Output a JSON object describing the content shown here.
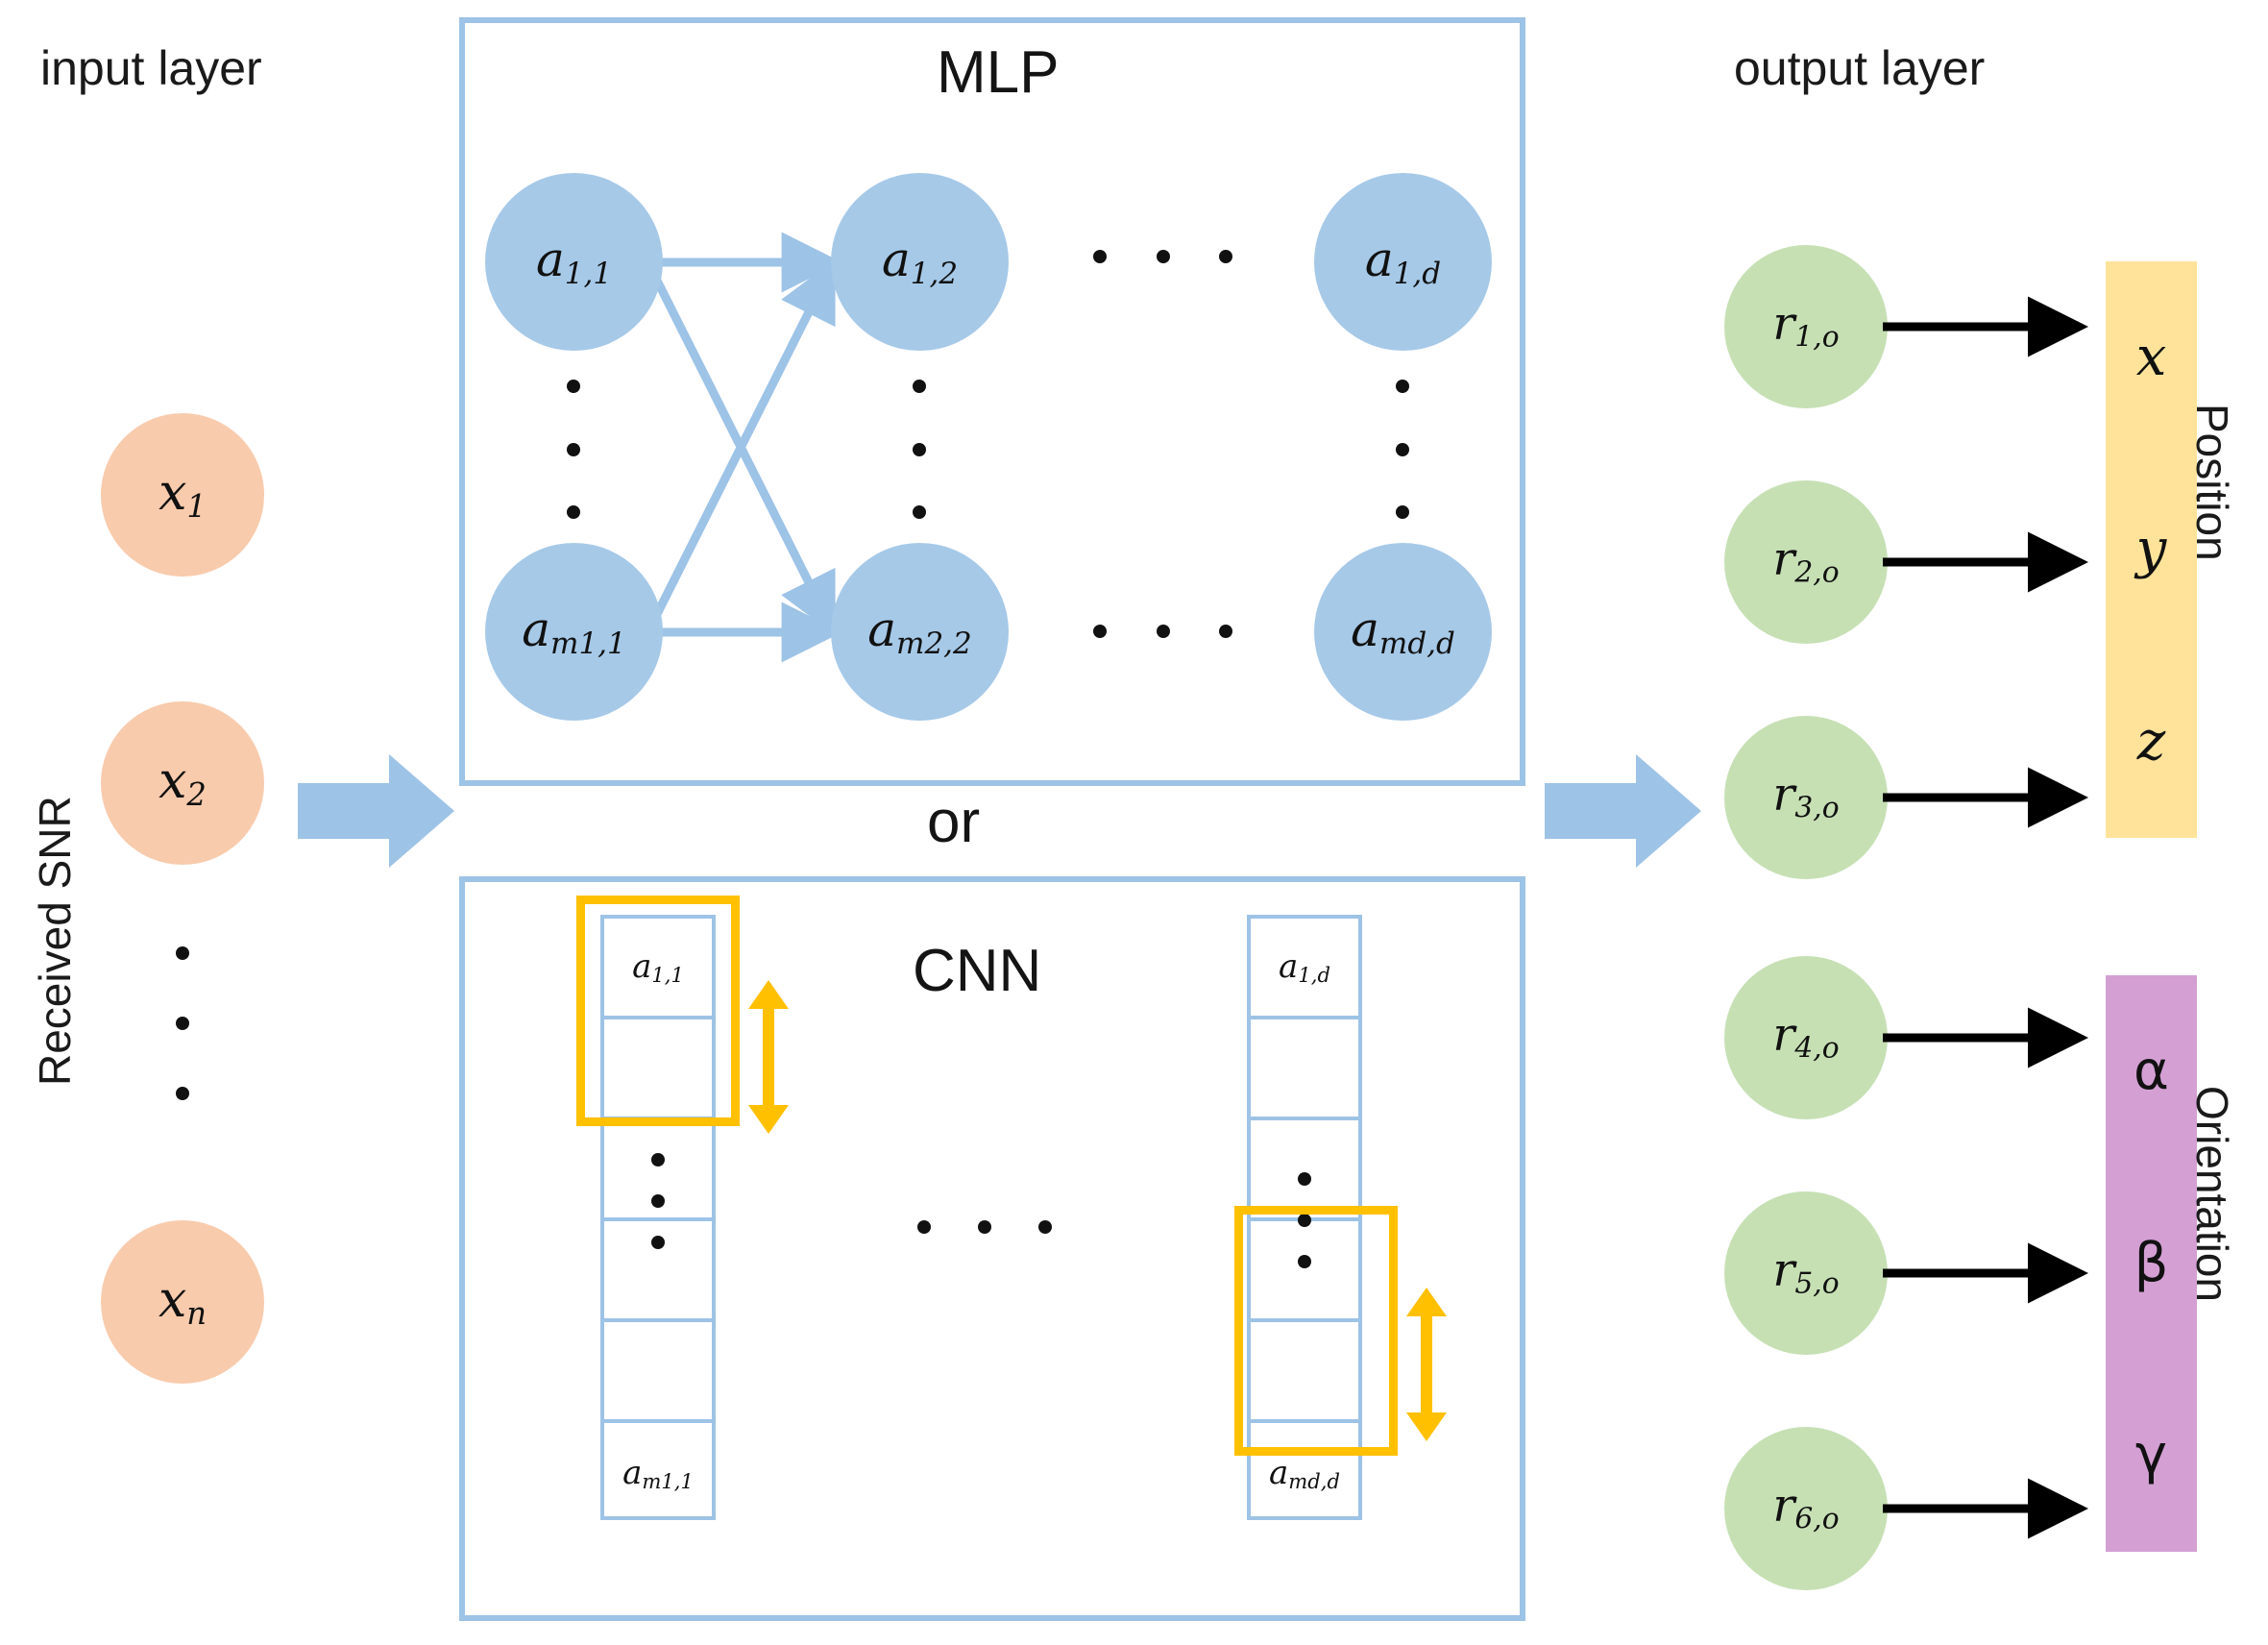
{
  "diagram": {
    "title": "Neural network architecture: received SNR to position and orientation",
    "colors": {
      "input_node": "#f8cbad",
      "hidden_node": "#a6c9e8",
      "output_node": "#c6e0b4",
      "panel_border": "#9dc3e6",
      "kernel_highlight": "#ffc000",
      "position_bar": "#ffe39b",
      "orientation_bar": "#d4a0d4",
      "big_arrow": "#9dc3e6",
      "output_arrow": "#000000"
    }
  },
  "input": {
    "label": "input layer",
    "side_label": "Received SNR",
    "nodes": [
      {
        "base": "x",
        "sub": "1"
      },
      {
        "base": "x",
        "sub": "2"
      },
      {
        "base": "x",
        "sub": "n"
      }
    ],
    "ellipsis": "⋮"
  },
  "mlp": {
    "title": "MLP",
    "nodes": [
      {
        "base": "a",
        "sub": "1,1"
      },
      {
        "base": "a",
        "sub": "1,2"
      },
      {
        "base": "a",
        "sub": "1,d"
      },
      {
        "base": "a",
        "sub": "m1,1"
      },
      {
        "base": "a",
        "sub": "m2,2"
      },
      {
        "base": "a",
        "sub": "md,d"
      }
    ],
    "column_ellipsis": "⋮",
    "row_ellipsis": "⋯"
  },
  "separator": {
    "label": "or"
  },
  "cnn": {
    "title": "CNN",
    "columns": [
      {
        "top_label": {
          "base": "a",
          "sub": "1,1"
        },
        "bottom_label": {
          "base": "a",
          "sub": "m1,1"
        },
        "cells": 6
      },
      {
        "top_label": {
          "base": "a",
          "sub": "1,d"
        },
        "bottom_label": {
          "base": "a",
          "sub": "md,d"
        },
        "cells": 6
      }
    ],
    "row_ellipsis": "⋯",
    "column_ellipsis": "⋮",
    "kernel_name": "convolution kernel window"
  },
  "output": {
    "label": "output layer",
    "nodes": [
      {
        "base": "r",
        "sub": "1,o"
      },
      {
        "base": "r",
        "sub": "2,o"
      },
      {
        "base": "r",
        "sub": "3,o"
      },
      {
        "base": "r",
        "sub": "4,o"
      },
      {
        "base": "r",
        "sub": "5,o"
      },
      {
        "base": "r",
        "sub": "6,o"
      }
    ],
    "groups": [
      {
        "name": "Position",
        "items": [
          "x",
          "y",
          "z"
        ],
        "greek": false
      },
      {
        "name": "Orientation",
        "items": [
          "α",
          "β",
          "γ"
        ],
        "greek": true
      }
    ]
  }
}
